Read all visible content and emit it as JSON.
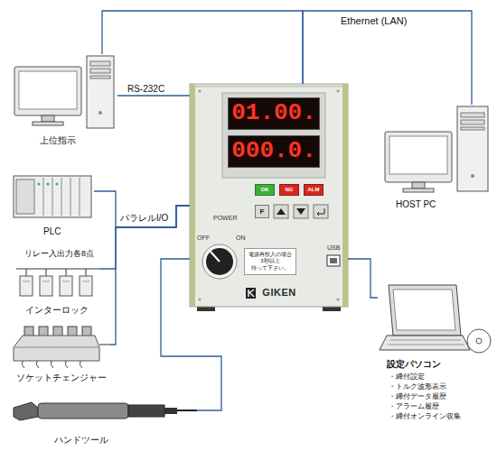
{
  "diagram": {
    "nodes": [
      {
        "text": [
          "上位指示"
        ]
      },
      {
        "text": [
          "POWER",
          "OFF",
          "ON",
          "USB"
        ]
      },
      {
        "text": [
          "01.00."
        ],
        "in": 1
      },
      {
        "text": [
          "000.0."
        ],
        "in": 1
      },
      {
        "text": [
          "OK"
        ],
        "in": 1
      },
      {
        "text": [
          "NG"
        ],
        "in": 1
      },
      {
        "text": [
          "ALM"
        ],
        "in": 1
      },
      {
        "text": [
          "F"
        ],
        "in": 1
      },
      {
        "text": [
          "電源再投入の場合 3秒以上 待って下さい。"
        ],
        "in": 1
      },
      {
        "text": [
          "GIKEN"
        ],
        "in": 1
      },
      {
        "text": [
          "HOST PC"
        ]
      },
      {
        "text": [
          "PLC"
        ]
      },
      {
        "text": [
          "インターロック"
        ]
      },
      {
        "text": [
          "ソケットチェンジャー"
        ]
      },
      {
        "text": [
          "ハンドツール"
        ]
      },
      {
        "text": [
          "設定パソコン",
          "・締付設定",
          "・トルク波形表示",
          "・締付データ履歴",
          "・アラーム履歴",
          "・締付オンライン収集"
        ]
      }
    ],
    "edges": [
      {
        "from": 0,
        "to": 1,
        "label": "RS-232C",
        "arrow": "none"
      },
      {
        "from": 0,
        "to": 1,
        "arrow": "none"
      },
      {
        "from": 1,
        "to": 10,
        "label": "Ethernet (LAN)",
        "arrow": "none"
      },
      {
        "from": 11,
        "to": 1,
        "arrow": "none"
      },
      {
        "from": 12,
        "to": 1,
        "arrow": "none"
      },
      {
        "from": 13,
        "to": 1,
        "arrow": "none"
      },
      {
        "from": 14,
        "to": 1,
        "arrow": "none"
      },
      {
        "from": 1,
        "to": 15,
        "arrow": "none"
      }
    ],
    "labels": [
      "パラレルI/O",
      "リレー入出力各8点"
    ]
  }
}
